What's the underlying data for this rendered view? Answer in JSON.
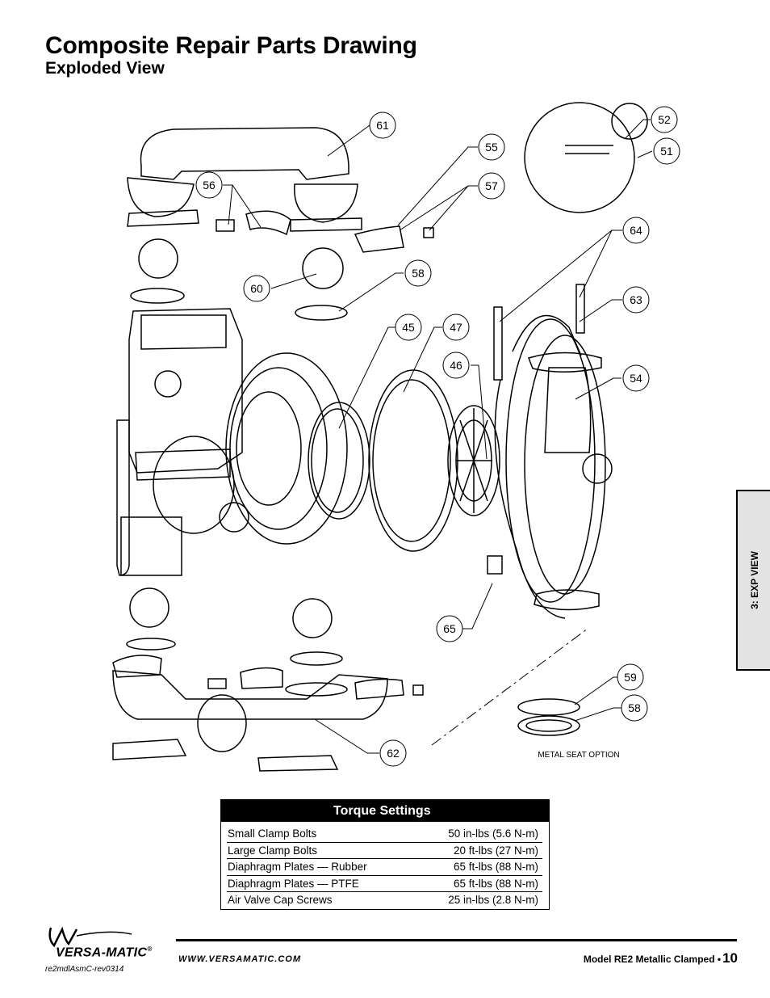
{
  "header": {
    "title": "Composite Repair Parts Drawing",
    "subtitle": "Exploded View"
  },
  "side_tab": {
    "label": "3: EXP VIEW"
  },
  "callouts": [
    "61",
    "55",
    "57",
    "56",
    "52",
    "51",
    "64",
    "63",
    "60",
    "58",
    "45",
    "47",
    "46",
    "54",
    "65",
    "59",
    "58",
    "62"
  ],
  "metal_seat_label": "METAL SEAT OPTION",
  "torque": {
    "title": "Torque Settings",
    "rows": [
      {
        "item": "Small Clamp Bolts",
        "value": "50 in-lbs (5.6 N-m)"
      },
      {
        "item": "Large Clamp Bolts",
        "value": "20 ft-lbs (27 N-m)"
      },
      {
        "item": "Diaphragm Plates — Rubber",
        "value": "65 ft-lbs (88 N-m)"
      },
      {
        "item": "Diaphragm Plates — PTFE",
        "value": "65 ft-lbs (88 N-m)"
      },
      {
        "item": "Air Valve Cap Screws",
        "value": "25 in-lbs (2.8 N-m)"
      }
    ]
  },
  "footer": {
    "brand": "VERSA-MATIC",
    "brand_mark": "®",
    "doc_code": "re2mdlAsmC-rev0314",
    "website": "WWW.VERSAMATIC.COM",
    "model": "Model RE2 Metallic Clamped •",
    "page": "10"
  }
}
